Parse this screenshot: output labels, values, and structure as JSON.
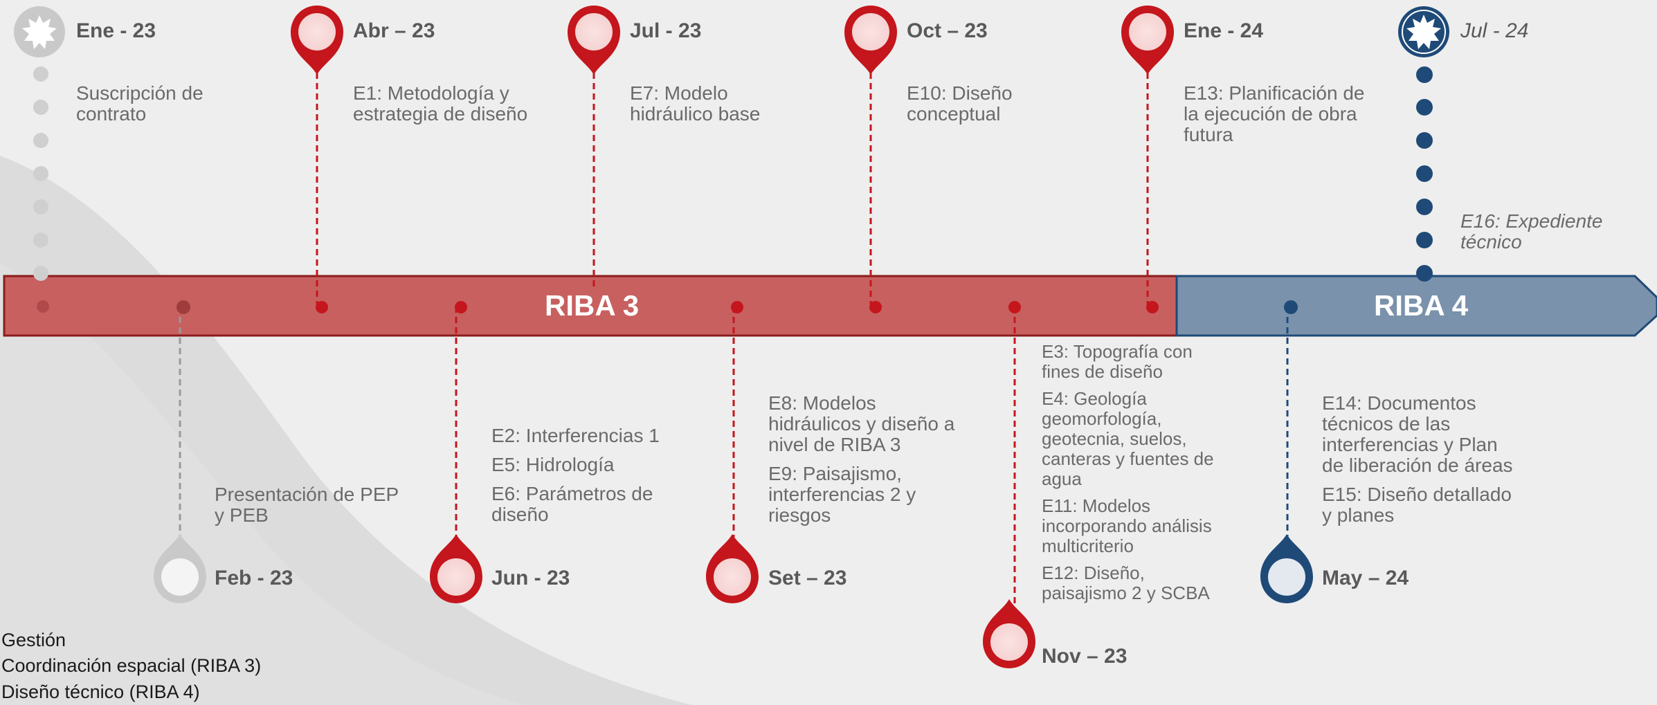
{
  "colors": {
    "background": "#eeeeee",
    "riba3_band": "#c86060",
    "riba3_border": "#8b1c1c",
    "riba4_band": "#7a92ab",
    "riba4_border": "#1f4a78",
    "red_marker": "#c4161c",
    "blue_marker": "#1f4a78",
    "gray_marker": "#c9c9c9"
  },
  "phases": [
    {
      "label": "RIBA 3"
    },
    {
      "label": "RIBA 4"
    }
  ],
  "milestones_top": [
    {
      "date": "Ene - 23",
      "text": "Suscripción de contrato",
      "lines": [
        "Suscripción de",
        "contrato"
      ],
      "marker": "gray-starburst"
    },
    {
      "date": "Abr – 23",
      "lines": [
        "E1: Metodología y",
        "estrategia de diseño"
      ],
      "marker": "red-pin"
    },
    {
      "date": "Jul - 23",
      "lines": [
        "E7: Modelo",
        "hidráulico base"
      ],
      "marker": "red-pin"
    },
    {
      "date": "Oct – 23",
      "lines": [
        "E10: Diseño",
        "conceptual"
      ],
      "marker": "red-pin"
    },
    {
      "date": "Ene - 24",
      "lines": [
        "E13: Planificación de",
        "la ejecución de obra",
        "futura"
      ],
      "marker": "red-pin"
    },
    {
      "date": "Jul - 24",
      "lines": [
        "E16: Expediente",
        "técnico"
      ],
      "marker": "blue-starburst"
    }
  ],
  "milestones_bottom": [
    {
      "date": "Feb - 23",
      "items": [
        [
          "Presentación de PEP",
          "y PEB"
        ]
      ],
      "marker": "gray-pin"
    },
    {
      "date": "Jun - 23",
      "items": [
        [
          "E2: Interferencias 1"
        ],
        [
          "E5: Hidrología"
        ],
        [
          "E6: Parámetros de",
          "diseño"
        ]
      ],
      "marker": "red-pin"
    },
    {
      "date": "Set – 23",
      "items": [
        [
          "E8: Modelos",
          "hidráulicos y diseño a",
          "nivel de RIBA 3"
        ],
        [
          "E9: Paisajismo,",
          "interferencias 2 y",
          "riesgos"
        ]
      ],
      "marker": "red-pin"
    },
    {
      "date": "Nov – 23",
      "items": [
        [
          "E3: Topografía  con",
          "fines de diseño"
        ],
        [
          "E4: Geología",
          "geomorfología,",
          "geotecnia, suelos,",
          "canteras y fuentes de",
          "agua"
        ],
        [
          "E11: Modelos",
          "incorporando análisis",
          "multicriterio"
        ],
        [
          "E12: Diseño,",
          "paisajismo 2 y SCBA"
        ]
      ],
      "marker": "red-pin"
    },
    {
      "date": "May – 24",
      "items": [
        [
          "E14: Documentos",
          "técnicos de las",
          "interferencias y Plan",
          "de liberación de áreas"
        ],
        [
          "E15: Diseño detallado",
          "y planes"
        ]
      ],
      "marker": "blue-pin"
    }
  ],
  "legend": [
    "Gestión",
    "Coordinación espacial (RIBA 3)",
    "Diseño técnico (RIBA 4)"
  ]
}
